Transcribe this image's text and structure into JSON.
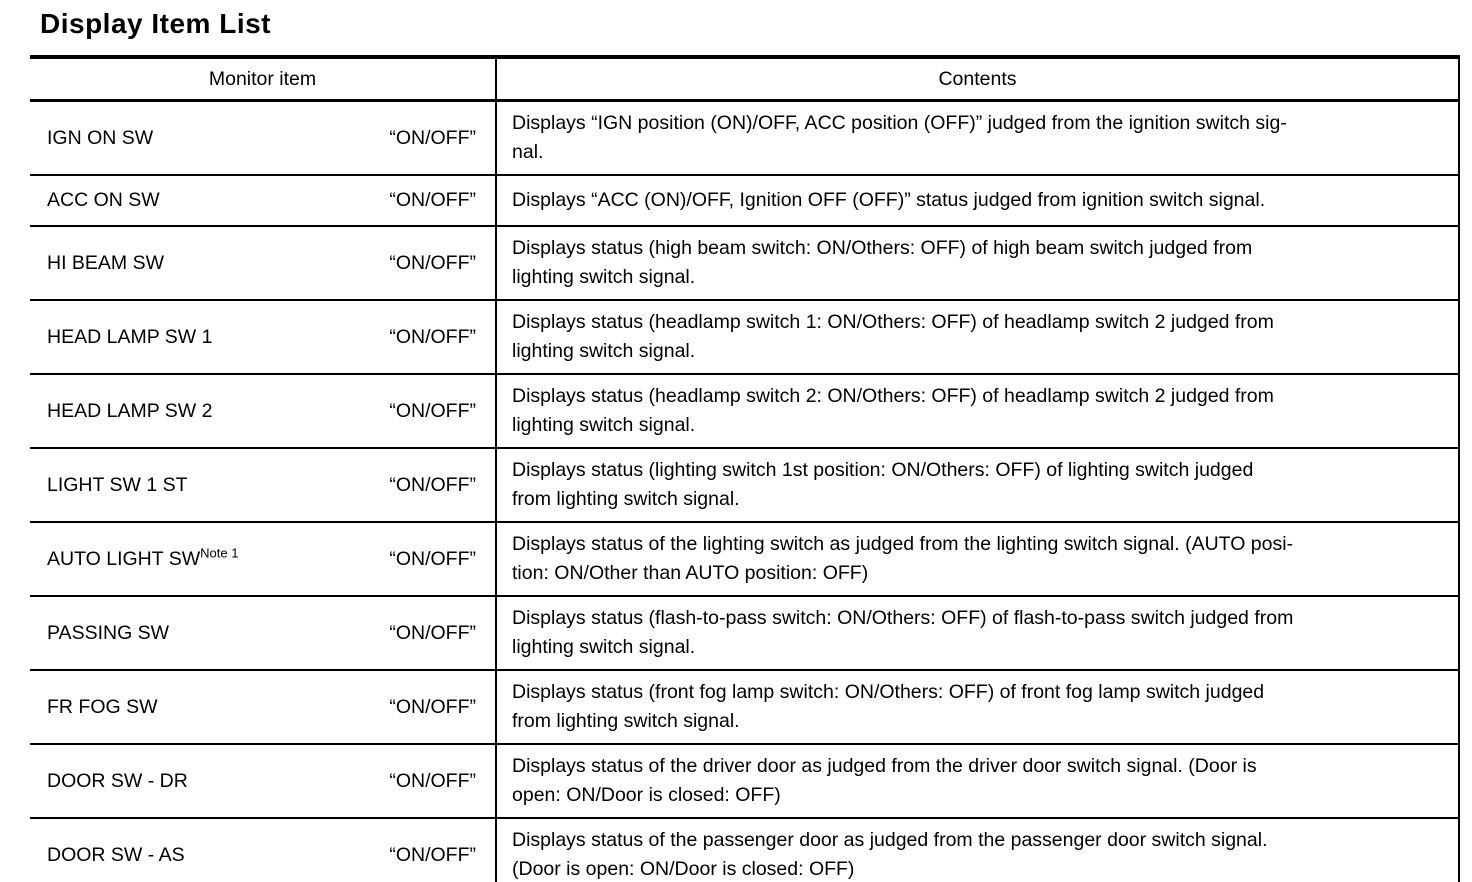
{
  "title": "Display Item List",
  "table": {
    "headers": {
      "monitor_item": "Monitor item",
      "contents": "Contents"
    },
    "rows": [
      {
        "item": "IGN ON SW",
        "value": "“ON/OFF”",
        "contents": "Displays “IGN position (ON)/OFF, ACC position (OFF)” judged from the ignition switch sig-\nnal."
      },
      {
        "item": "ACC ON SW",
        "value": "“ON/OFF”",
        "contents": "Displays “ACC (ON)/OFF, Ignition OFF (OFF)” status judged from ignition switch signal."
      },
      {
        "item": "HI BEAM SW",
        "value": "“ON/OFF”",
        "contents": "Displays status (high beam switch: ON/Others: OFF) of high beam switch judged from\nlighting switch signal."
      },
      {
        "item": "HEAD LAMP SW 1",
        "value": "“ON/OFF”",
        "contents": "Displays status (headlamp switch 1: ON/Others: OFF) of headlamp switch 2 judged from\nlighting switch signal."
      },
      {
        "item": "HEAD LAMP SW 2",
        "value": "“ON/OFF”",
        "contents": "Displays status (headlamp switch 2: ON/Others: OFF) of headlamp switch 2 judged from\nlighting switch signal."
      },
      {
        "item": "LIGHT SW 1 ST",
        "value": "“ON/OFF”",
        "contents": "Displays status (lighting switch 1st position: ON/Others: OFF) of lighting switch judged\nfrom lighting switch signal."
      },
      {
        "item": "AUTO LIGHT SW",
        "note": "Note 1",
        "value": "“ON/OFF”",
        "contents": "Displays status of the lighting switch as judged from the lighting switch signal. (AUTO posi-\ntion: ON/Other than AUTO position: OFF)"
      },
      {
        "item": "PASSING SW",
        "value": "“ON/OFF”",
        "contents": "Displays status (flash-to-pass switch: ON/Others: OFF) of flash-to-pass switch judged from\nlighting switch signal."
      },
      {
        "item": "FR FOG SW",
        "value": "“ON/OFF”",
        "contents": "Displays status (front fog lamp switch: ON/Others: OFF) of front fog lamp switch judged\nfrom lighting switch signal."
      },
      {
        "item": "DOOR SW - DR",
        "value": "“ON/OFF”",
        "contents": "Displays status of the driver door as judged from the driver door switch signal. (Door is\nopen: ON/Door is closed: OFF)"
      },
      {
        "item": "DOOR SW - AS",
        "value": "“ON/OFF”",
        "contents": "Displays status of the passenger door as judged from the passenger door switch signal.\n(Door is open: ON/Door is closed: OFF)"
      }
    ]
  },
  "colors": {
    "text": "#000000",
    "background": "#ffffff",
    "border": "#000000"
  }
}
